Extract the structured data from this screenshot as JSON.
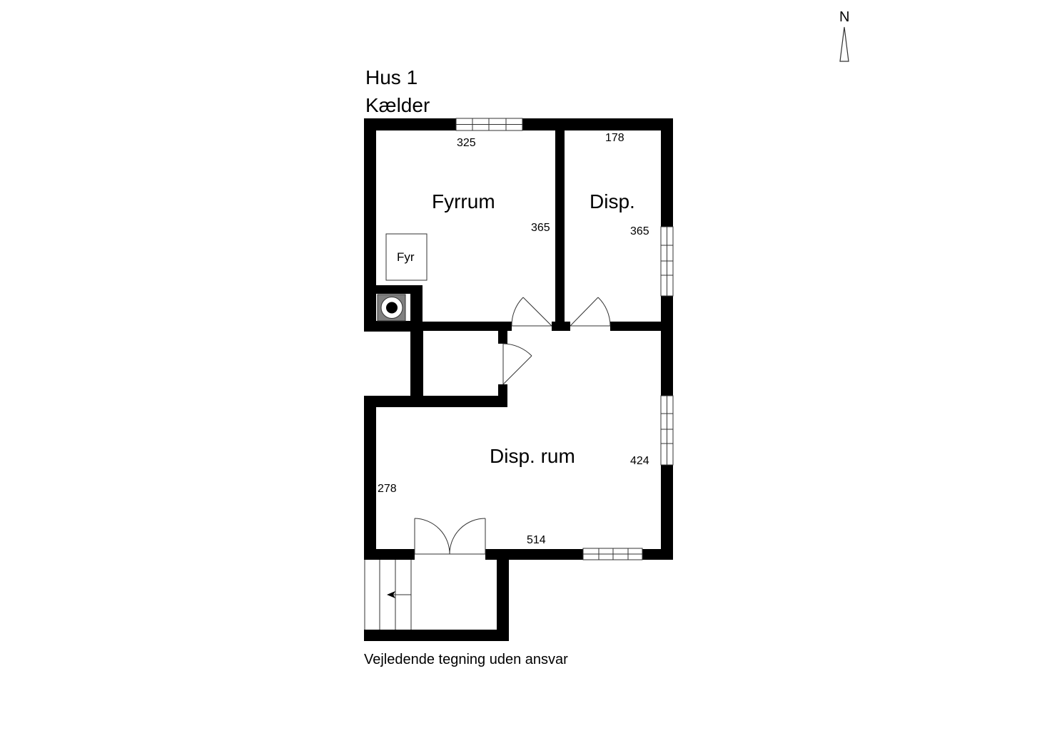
{
  "header": {
    "building": "Hus 1",
    "floor": "Kælder"
  },
  "compass": {
    "label": "N"
  },
  "rooms": [
    {
      "name": "Fyrrum",
      "width_label": "325",
      "depth_label": "365"
    },
    {
      "name": "Disp.",
      "width_label": "178",
      "depth_label": "365"
    },
    {
      "name": "Disp. rum",
      "width_label": "514",
      "depth_label": "424",
      "side_label": "278"
    }
  ],
  "fixtures": {
    "boiler": "Fyr"
  },
  "footer": {
    "disclaimer": "Vejledende tegning uden ansvar"
  },
  "colors": {
    "wall": "#000000",
    "background": "#ffffff",
    "chimney": "#808080"
  }
}
